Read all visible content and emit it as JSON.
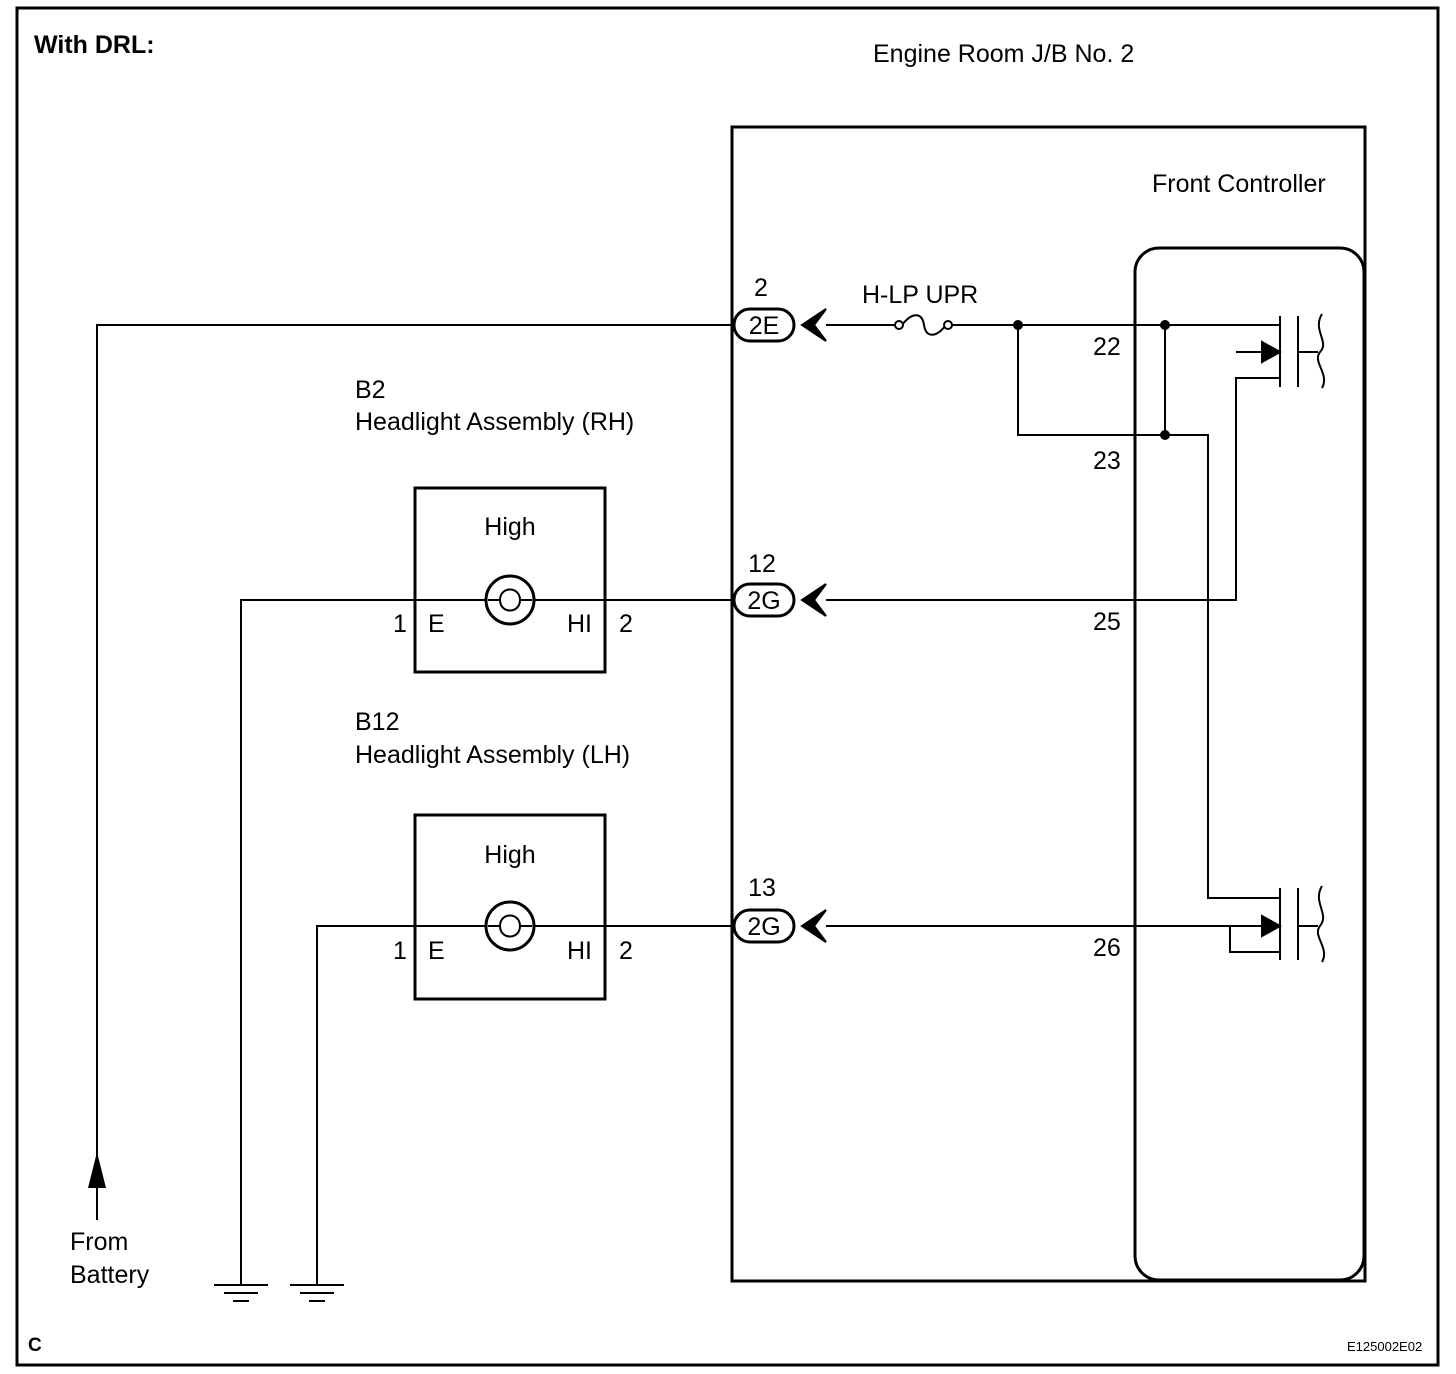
{
  "heading": "With DRL:",
  "corner_letter": "C",
  "figure_id": "E125002E02",
  "jb_title": "Engine Room J/B No. 2",
  "controller_title": "Front Controller",
  "fuse": "H-LP UPR",
  "battery_label": [
    "From",
    "Battery"
  ],
  "connectors": [
    {
      "pin": "2",
      "code": "2E"
    },
    {
      "pin": "12",
      "code": "2G"
    },
    {
      "pin": "13",
      "code": "2G"
    }
  ],
  "controller_pins": [
    "22",
    "23",
    "25",
    "26"
  ],
  "headlights": [
    {
      "ref": "B2",
      "name": "Headlight Assembly (RH)",
      "inner": "High",
      "pin_left": "1",
      "term_left": "E",
      "term_right": "HI",
      "pin_right": "2"
    },
    {
      "ref": "B12",
      "name": "Headlight Assembly (LH)",
      "inner": "High",
      "pin_left": "1",
      "term_left": "E",
      "term_right": "HI",
      "pin_right": "2"
    }
  ],
  "colors": {
    "line": "#000000",
    "background": "#ffffff"
  }
}
